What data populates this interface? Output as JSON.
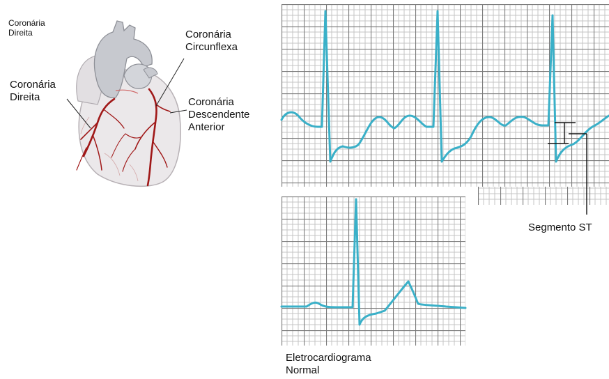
{
  "labels": {
    "coronaria_direita_top": "Coronária\nDireita",
    "coronaria_direita": "Coronária\nDireita",
    "coronaria_circunflexa": "Coronária\nCircunflexa",
    "coronaria_descendente": "Coronária\nDescendente\nAnterior",
    "segmento_st": "Segmento ST",
    "ecg_normal": "Eletrocardiograma\nNormal"
  },
  "colors": {
    "grid_major": "#7a7a7a",
    "grid_minor": "#c4c4c4",
    "ecg_trace": "#3ab0c8",
    "heart_fill": "#ebe8ea",
    "aorta_fill": "#c7c9cf",
    "artery": "#a01818",
    "leader_line": "#222222"
  }
}
